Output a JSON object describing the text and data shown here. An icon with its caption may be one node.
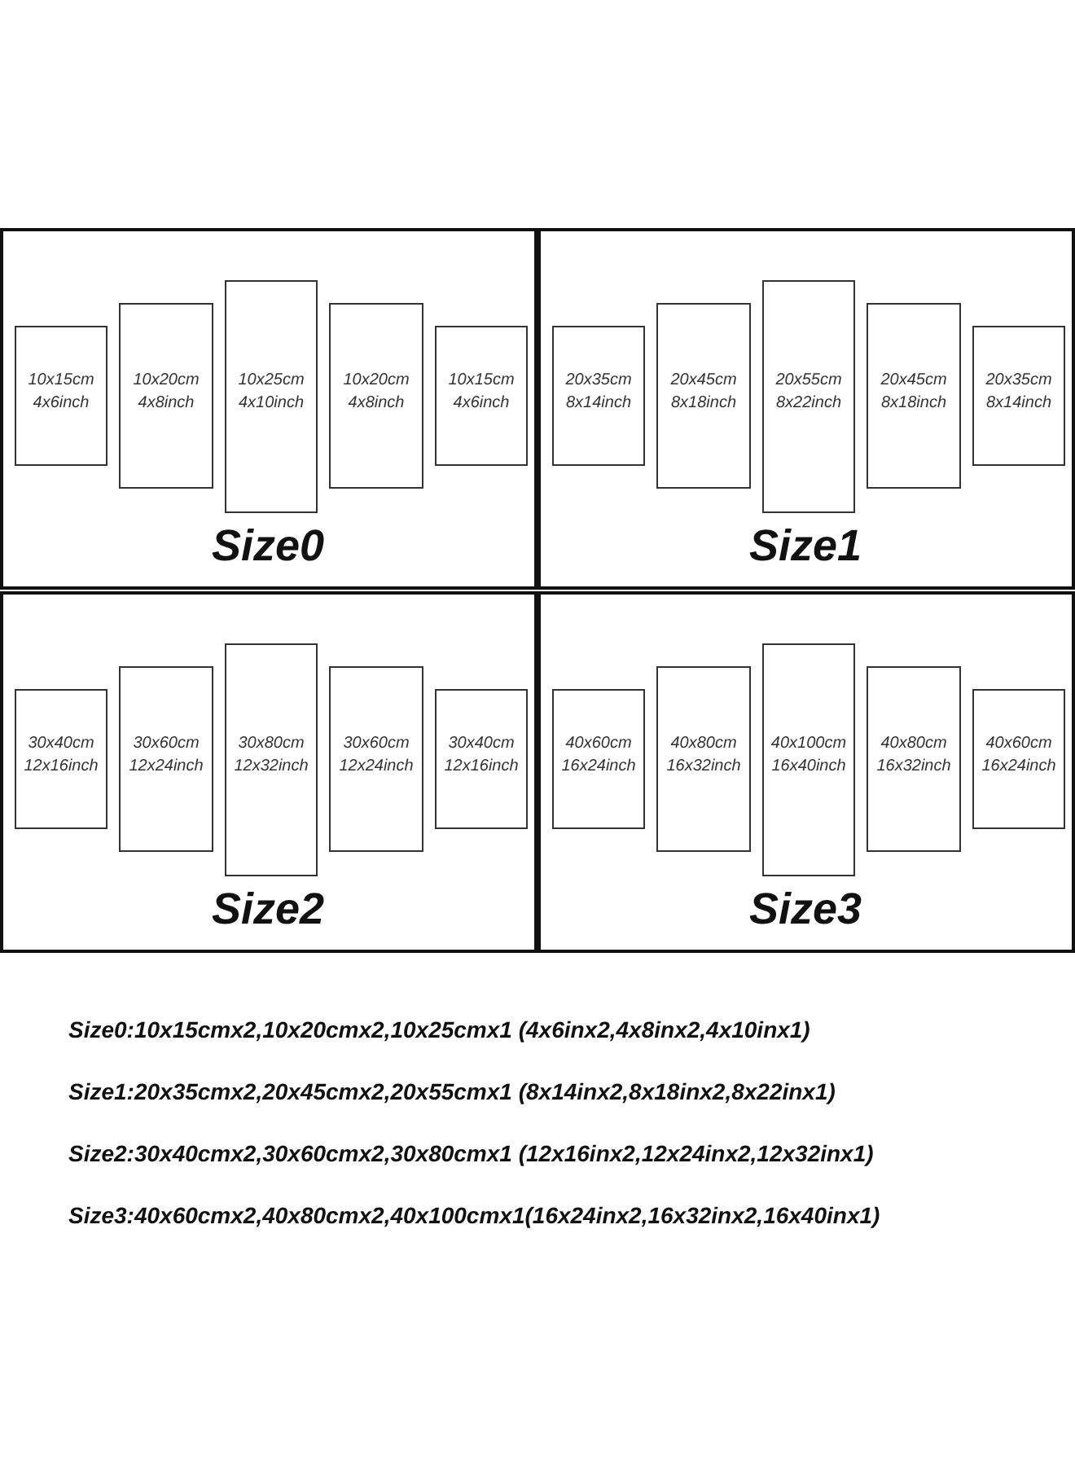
{
  "diagram": {
    "nodes": [
      {
        "text": [
          "Size0"
        ]
      },
      {
        "text": [
          "10x15cm",
          "4x6inch"
        ],
        "in": 0
      },
      {
        "text": [
          "10x20cm",
          "4x8inch"
        ],
        "in": 0
      },
      {
        "text": [
          "10x25cm",
          "4x10inch"
        ],
        "in": 0
      },
      {
        "text": [
          "10x20cm",
          "4x8inch"
        ],
        "in": 0
      },
      {
        "text": [
          "10x15cm",
          "4x6inch"
        ],
        "in": 0
      },
      {
        "text": [
          "Size1"
        ]
      },
      {
        "text": [
          "20x35cm",
          "8x14inch"
        ],
        "in": 6
      },
      {
        "text": [
          "20x45cm",
          "8x18inch"
        ],
        "in": 6
      },
      {
        "text": [
          "20x55cm",
          "8x22inch"
        ],
        "in": 6
      },
      {
        "text": [
          "20x45cm",
          "8x18inch"
        ],
        "in": 6
      },
      {
        "text": [
          "20x35cm",
          "8x14inch"
        ],
        "in": 6
      },
      {
        "text": [
          "Size2"
        ]
      },
      {
        "text": [
          "30x40cm",
          "12x16inch"
        ],
        "in": 12
      },
      {
        "text": [
          "30x60cm",
          "12x24inch"
        ],
        "in": 12
      },
      {
        "text": [
          "30x80cm",
          "12x32inch"
        ],
        "in": 12
      },
      {
        "text": [
          "30x60cm",
          "12x24inch"
        ],
        "in": 12
      },
      {
        "text": [
          "30x40cm",
          "12x16inch"
        ],
        "in": 12
      },
      {
        "text": [
          "Size3"
        ]
      },
      {
        "text": [
          "40x60cm",
          "16x24inch"
        ],
        "in": 18
      },
      {
        "text": [
          "40x80cm",
          "16x32inch"
        ],
        "in": 18
      },
      {
        "text": [
          "40x100cm",
          "16x40inch"
        ],
        "in": 18
      },
      {
        "text": [
          "40x80cm",
          "16x32inch"
        ],
        "in": 18
      },
      {
        "text": [
          "40x60cm",
          "16x24inch"
        ],
        "in": 18
      }
    ],
    "edges": [],
    "labels": [
      "Size0:10x15cmx2,10x20cmx2,10x25cmx1 (4x6inx2,4x8inx2,4x10inx1)",
      "Size1:20x35cmx2,20x45cmx2,20x55cmx1 (8x14inx2,8x18inx2,8x22inx1)",
      "Size2:30x40cmx2,30x60cmx2,30x80cmx1 (12x16inx2,12x24inx2,12x32inx1)",
      "Size3:40x60cmx2,40x80cmx2,40x100cmx1(16x24inx2,16x32inx2,16x40inx1)"
    ]
  }
}
